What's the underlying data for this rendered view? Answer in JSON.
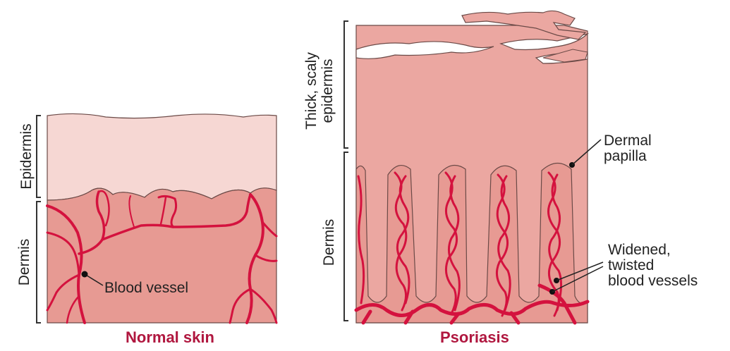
{
  "diagram": {
    "normal": {
      "caption": "Normal skin",
      "epidermis_label": "Epidermis",
      "dermis_label": "Dermis",
      "vessel_label": "Blood vessel"
    },
    "psoriasis": {
      "caption": "Psoriasis",
      "epidermis_label_line1": "Thick, scaly",
      "epidermis_label_line2": "epidermis",
      "dermis_label": "Dermis",
      "papilla_label_line1": "Dermal",
      "papilla_label_line2": "papilla",
      "vessels_label_line1": "Widened,",
      "vessels_label_line2": "twisted",
      "vessels_label_line3": "blood vessels"
    },
    "colors": {
      "epidermis_normal": "#f6d7d3",
      "epidermis_thick": "#eba7a1",
      "dermis": "#e79a93",
      "vessel": "#d4123e",
      "caption": "#b0173f"
    }
  }
}
